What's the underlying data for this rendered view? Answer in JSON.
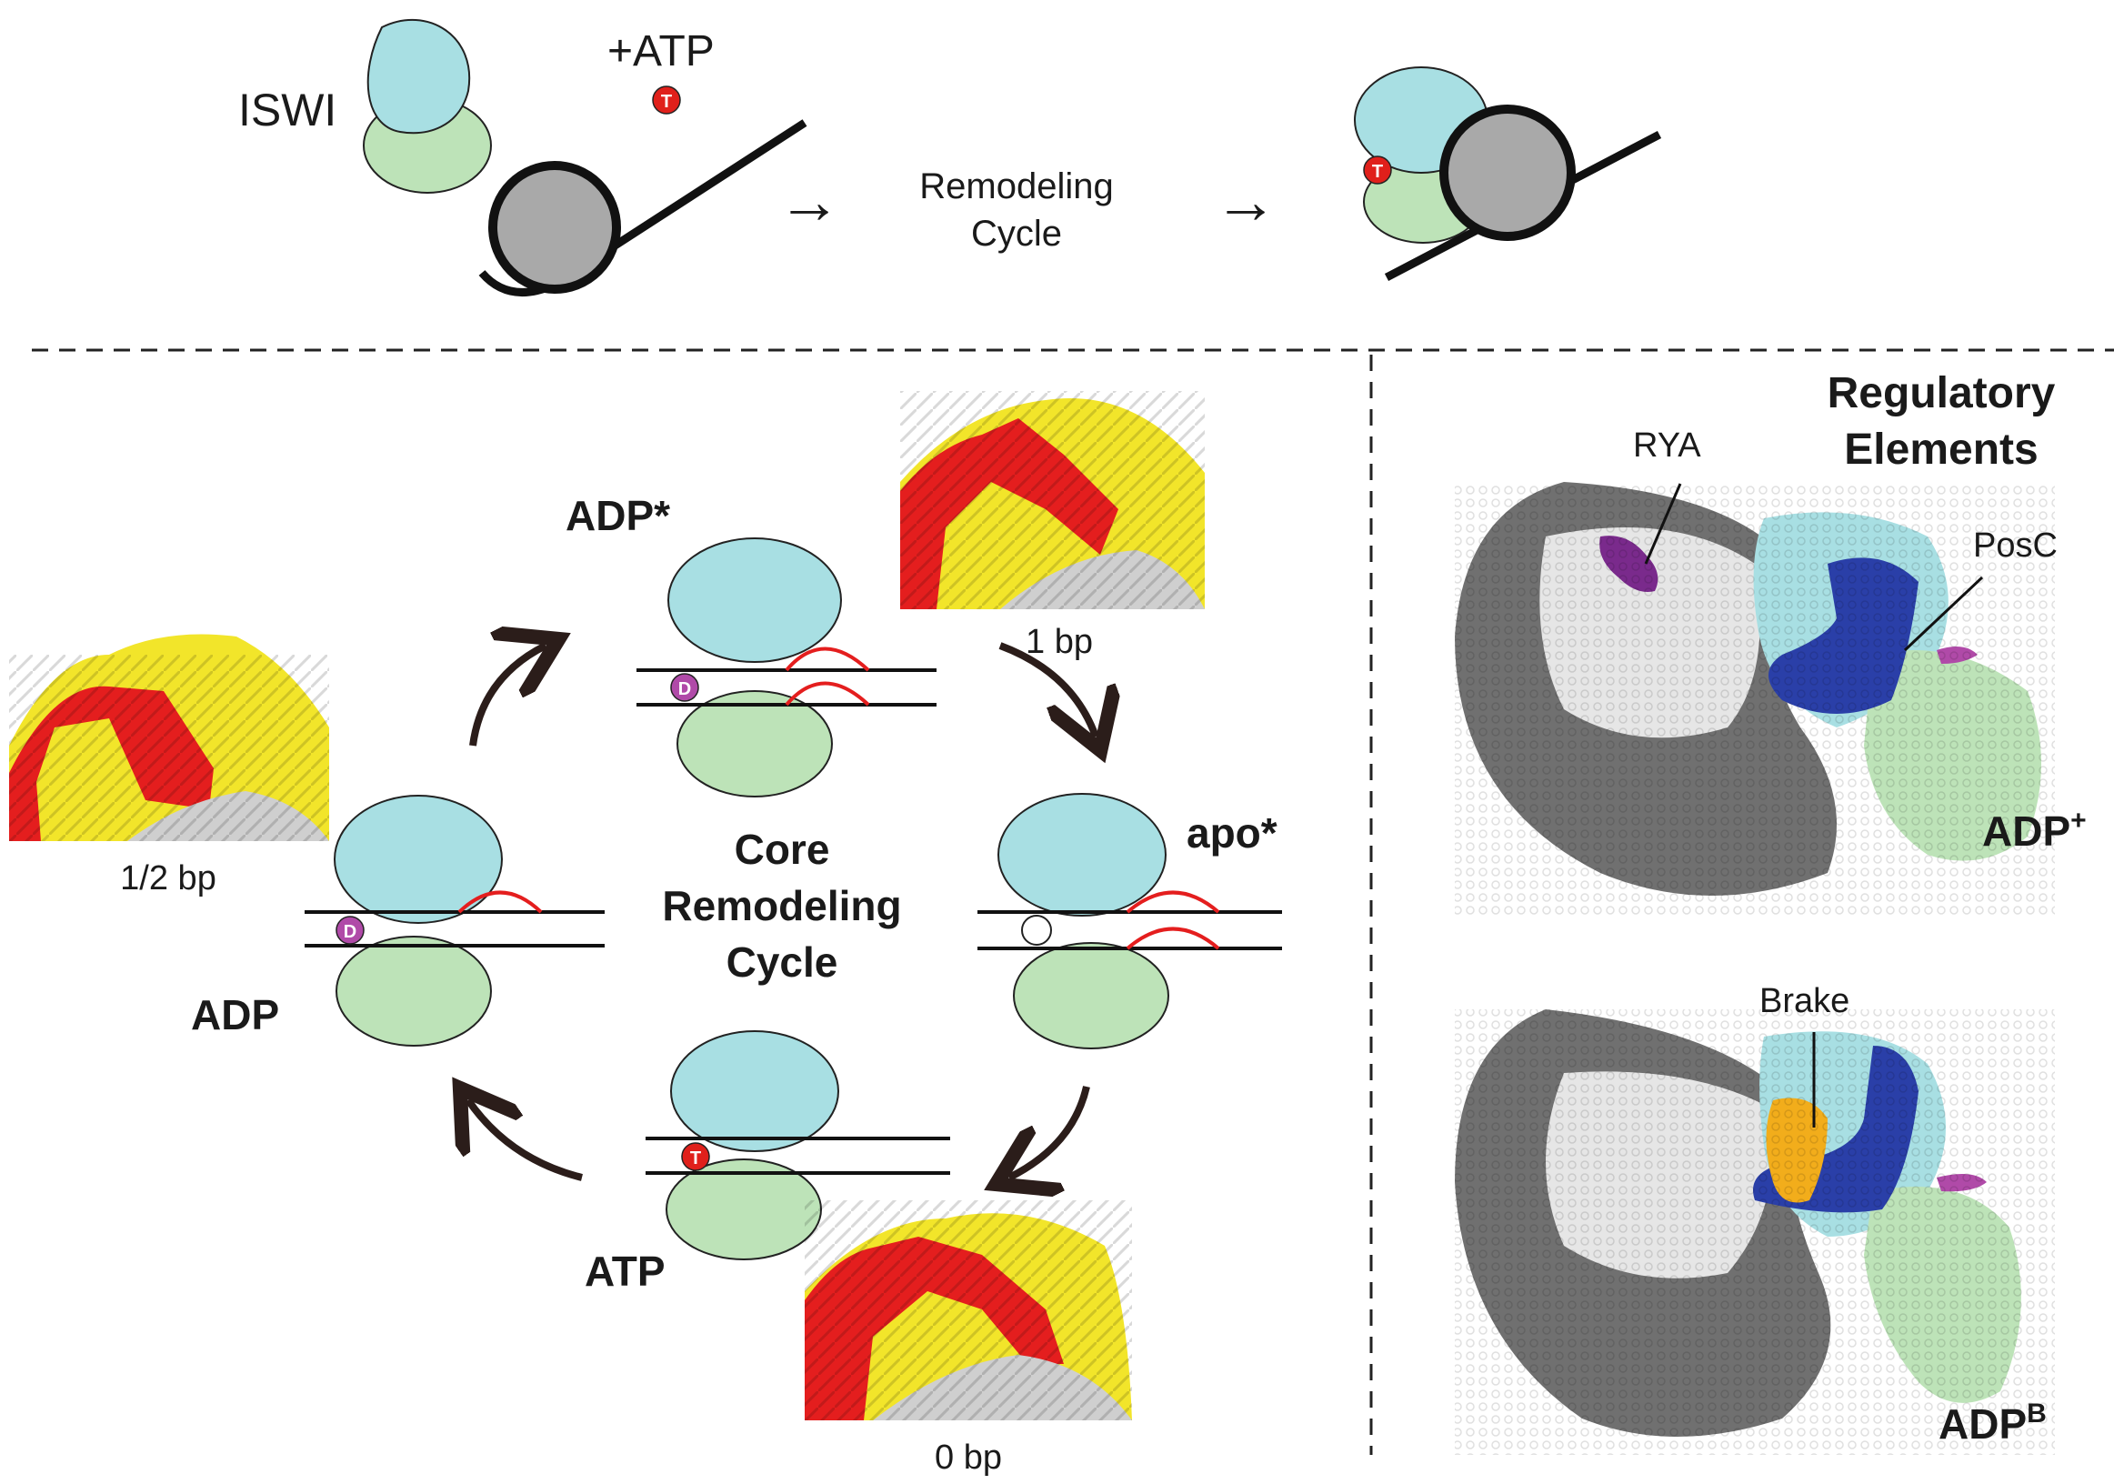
{
  "top": {
    "iswi_label": "ISWI",
    "atp_label": "+ATP",
    "atp_token": "T",
    "remodeling_line1": "Remodeling",
    "remodeling_line2": "Cycle",
    "arrow1": "→",
    "arrow2": "→"
  },
  "cycle": {
    "title_line1": "Core",
    "title_line2": "Remodeling",
    "title_line3": "Cycle",
    "states": {
      "adp_star": "ADP*",
      "apo_star": "apo*",
      "atp": "ATP",
      "adp": "ADP"
    },
    "tokens": {
      "adp": "D",
      "atp": "T"
    },
    "steps": {
      "half_bp": "1/2 bp",
      "one_bp": "1 bp",
      "zero_bp": "0 bp"
    }
  },
  "regulatory": {
    "title_line1": "Regulatory",
    "title_line2": "Elements",
    "rya": "RYA",
    "posc": "PosC",
    "brake": "Brake",
    "adp_plus": "ADP",
    "adp_plus_sup": "+",
    "adp_b": "ADP",
    "adp_b_sup": "B"
  },
  "colors": {
    "atpase_lobe1": "#a8dfe3",
    "atpase_lobe2": "#bde3b8",
    "nucleosome": "#a9a9a9",
    "dna_red": "#e41e1e",
    "dna_yellow": "#f2e52a",
    "adp_token": "#b04aa8",
    "atp_token": "#e0201b",
    "rya": "#7a2a8c",
    "posc": "#2a3fa8",
    "brake": "#f2ad1b"
  }
}
